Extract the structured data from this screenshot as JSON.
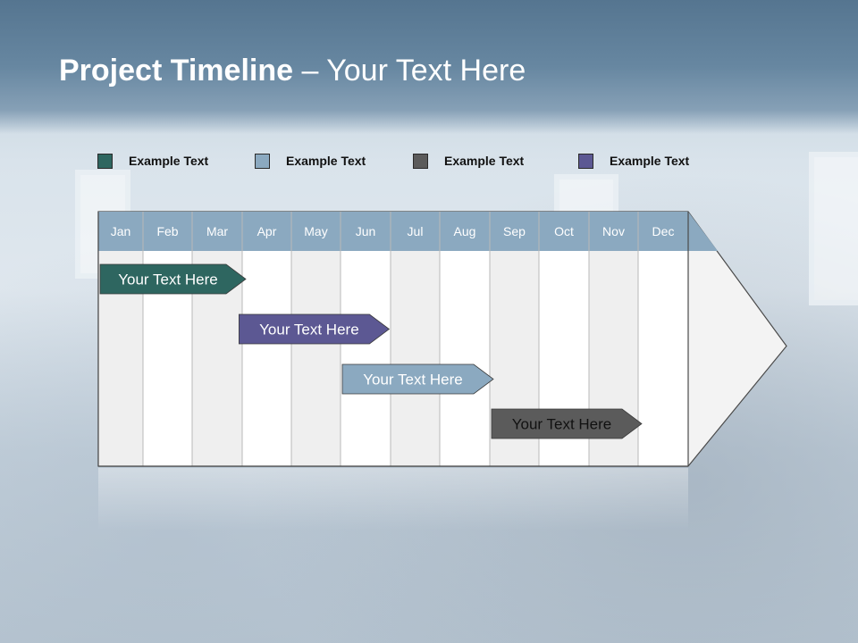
{
  "slide": {
    "title_bold": "Project Timeline",
    "title_rest": " – Your Text Here"
  },
  "legend": [
    {
      "label": "Example Text",
      "color": "#2e6660"
    },
    {
      "label": "Example Text",
      "color": "#8ba9c0"
    },
    {
      "label": "Example Text",
      "color": "#5b5b5b"
    },
    {
      "label": "Example Text",
      "color": "#5c5893"
    }
  ],
  "timeline": {
    "months": [
      "Jan",
      "Feb",
      "Mar",
      "Apr",
      "May",
      "Jun",
      "Jul",
      "Aug",
      "Sep",
      "Oct",
      "Nov",
      "Dec"
    ],
    "header_color": "#8ba9c0",
    "tasks": [
      {
        "label": "Your  Text Here",
        "start_month": 1.0,
        "end_month": 4.0,
        "color": "#2e6660",
        "text_color": "#ffffff"
      },
      {
        "label": "Your  Text Here",
        "start_month": 3.9,
        "end_month": 6.9,
        "color": "#5c5893",
        "text_color": "#ffffff"
      },
      {
        "label": "Your  Text Here",
        "start_month": 6.0,
        "end_month": 9.0,
        "color": "#8ba9c0",
        "text_color": "#ffffff"
      },
      {
        "label": "Your  Text Here",
        "start_month": 9.0,
        "end_month": 12.0,
        "color": "#5b5b5b",
        "text_color": "#111111"
      }
    ]
  }
}
